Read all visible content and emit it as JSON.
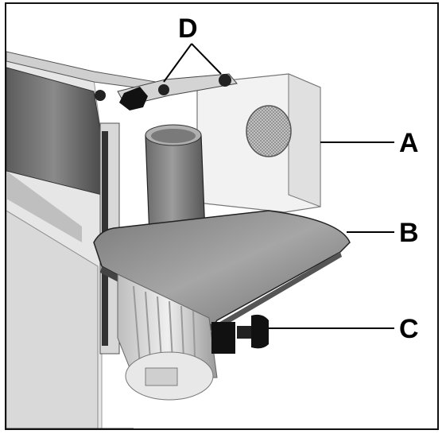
{
  "callouts": {
    "a": "A",
    "b": "B",
    "c": "C",
    "d": "D"
  },
  "colors": {
    "background": "#ffffff",
    "frame": "#111111",
    "label": "#000000"
  }
}
